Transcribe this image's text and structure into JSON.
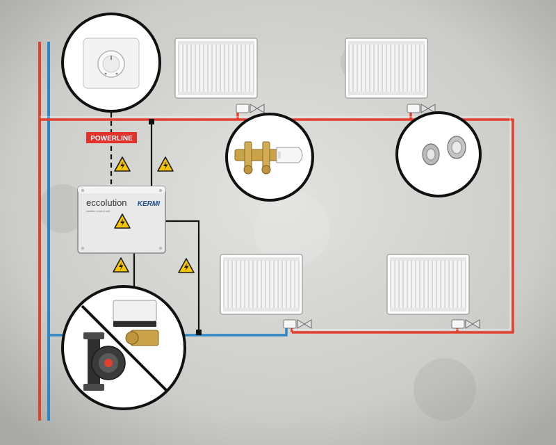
{
  "labels": {
    "powerline": "POWERLINE",
    "control_brand": "eccolution",
    "control_maker": "KERMI",
    "control_sub": "radiator control unit"
  },
  "colors": {
    "flow": "#e2402f",
    "return": "#2f86c5",
    "wiring": "#111111",
    "warning": "#f5c400",
    "badge": "#e2302a",
    "wall": "#cfcfcd"
  },
  "icons": {
    "thermostat": "room-thermostat-icon",
    "valve_block": "radiator-valve-block-icon",
    "fittings": "compression-fittings-icon",
    "pump": "circulation-pump-icon",
    "mixer": "mixing-valve-actuator-icon",
    "hazard": "high-voltage-warning-icon"
  }
}
